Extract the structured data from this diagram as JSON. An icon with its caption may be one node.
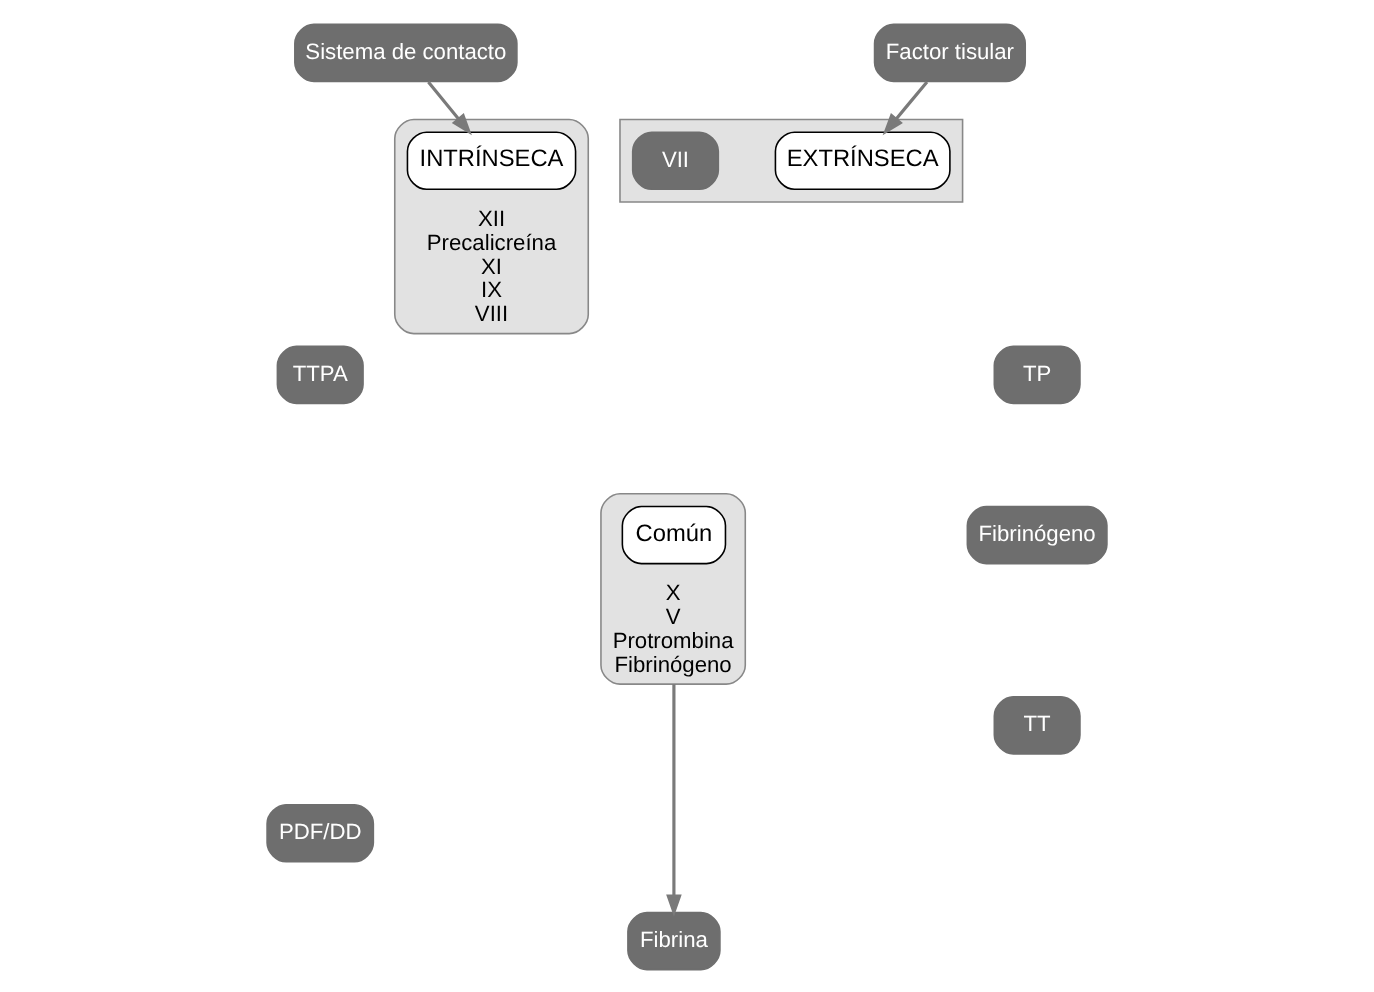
{
  "diagram": {
    "nodes": [
      {
        "text": [
          "Sistema de contacto"
        ]
      },
      {
        "text": [
          "Factor tisular"
        ]
      },
      {
        "text": [
          "XII",
          "Precalicreína",
          "XI",
          "IX",
          "VIII"
        ]
      },
      {
        "text": [
          "INTRÍNSECA"
        ],
        "in": 2
      },
      {
        "text": [],
        "shape": "box"
      },
      {
        "text": [
          "EXTRÍNSECA"
        ],
        "in": 4
      },
      {
        "text": [
          "VII"
        ],
        "in": 4
      },
      {
        "text": [
          "X",
          "V",
          "Protrombina",
          "Fibrinógeno"
        ]
      },
      {
        "text": [
          "Común"
        ],
        "in": 7
      },
      {
        "text": [
          "Fibrina"
        ]
      },
      {
        "text": [
          "TTPA"
        ]
      },
      {
        "text": [
          "TP"
        ]
      },
      {
        "text": [
          "Fibrinógeno"
        ]
      },
      {
        "text": [
          "TT"
        ]
      },
      {
        "text": [
          "PDF/DD"
        ]
      }
    ],
    "edges": [
      {
        "from": 0,
        "to": 3,
        "arrow": "to"
      },
      {
        "from": 1,
        "to": 5,
        "arrow": "to"
      },
      {
        "from": 7,
        "to": 9,
        "arrow": "to"
      }
    ]
  }
}
